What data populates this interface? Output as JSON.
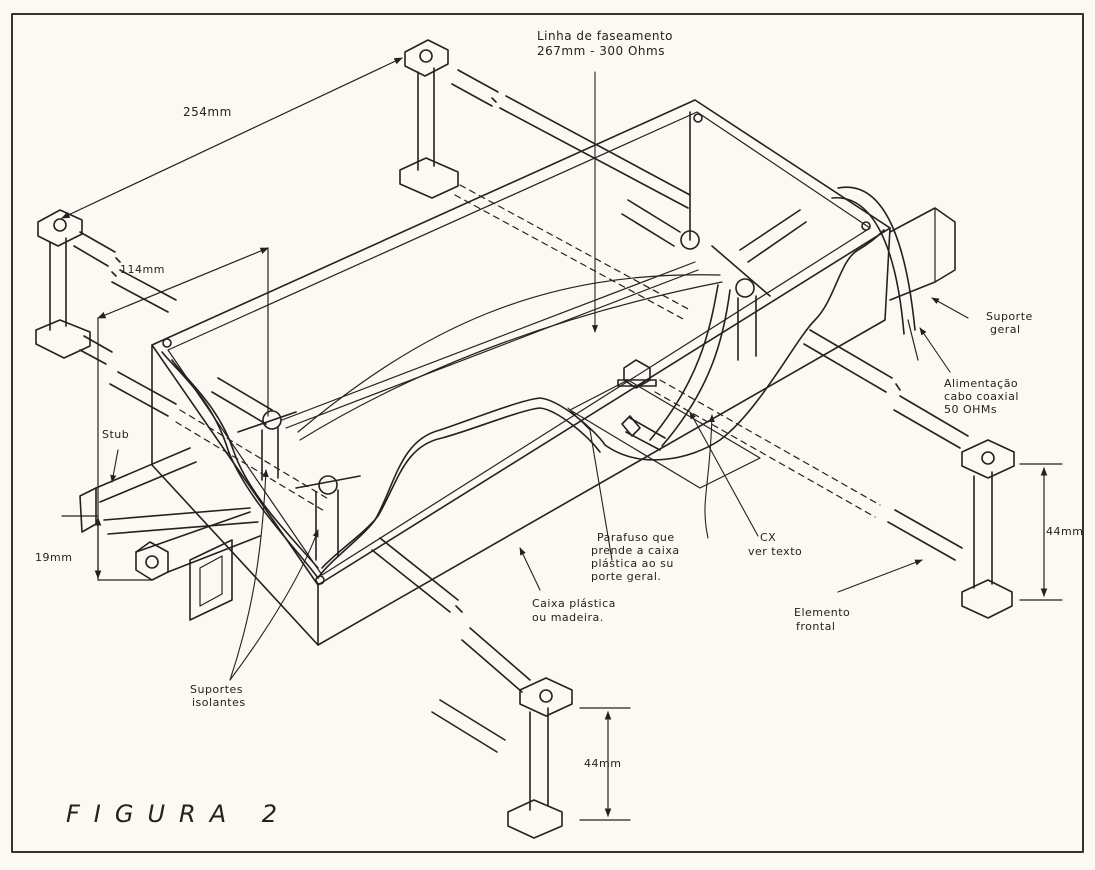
{
  "figure_title": "FIGURA 2",
  "labels": {
    "dim_254": "254mm",
    "dim_114": "114mm",
    "dim_19": "19mm",
    "dim_44_right": "44mm",
    "dim_44_bottom": "44mm",
    "stub": "Stub",
    "phasing_line_1": "Linha de faseamento",
    "phasing_line_2": "267mm - 300 Ohms",
    "support_1": "Suporte",
    "support_2": "geral",
    "feed_1": "Alimentação",
    "feed_2": "cabo coaxial",
    "feed_3": "50 OHMs",
    "screw_1": "Parafuso   que",
    "screw_2": "prende a caixa",
    "screw_3": "plástica ao su",
    "screw_4": "porte geral.",
    "cx_1": "CX",
    "cx_2": "ver texto",
    "box_1": "Caixa plástica",
    "box_2": "ou madeira.",
    "front_1": "Elemento",
    "front_2": "frontal",
    "insul_1": "Suportes",
    "insul_2": "isolantes"
  },
  "colors": {
    "background": "#fbf9f2",
    "ink": "#222222",
    "frame": "#333333"
  }
}
